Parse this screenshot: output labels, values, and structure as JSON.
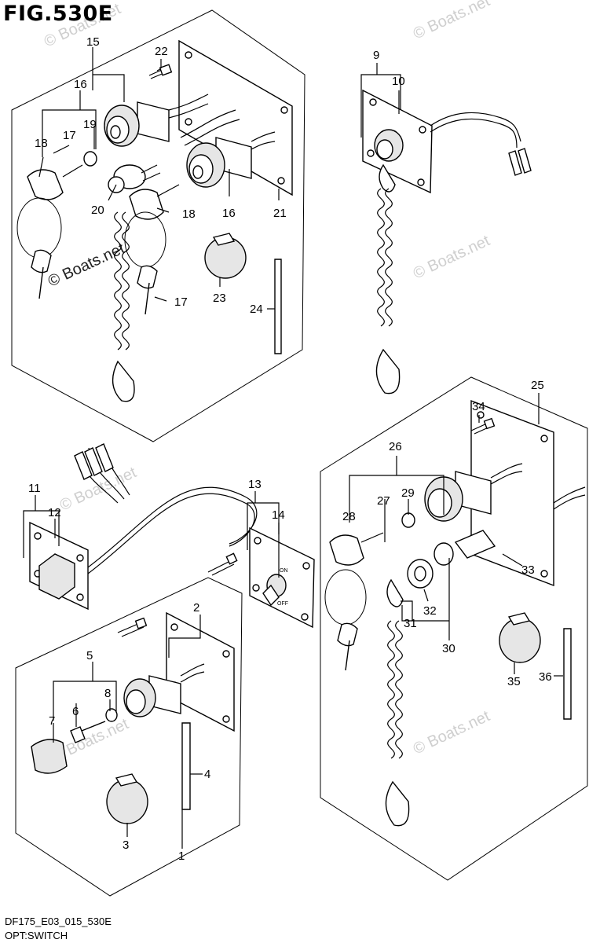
{
  "figure": {
    "title": "FIG.530E",
    "footer_code": "DF175_E03_015_530E",
    "footer_name": "OPT:SWITCH",
    "watermark": "© Boats.net"
  },
  "callouts": [
    "1",
    "2",
    "3",
    "4",
    "5",
    "6",
    "7",
    "8",
    "9",
    "10",
    "11",
    "12",
    "13",
    "14",
    "15",
    "16",
    "17",
    "18",
    "19",
    "20",
    "21",
    "22",
    "23",
    "24",
    "25",
    "26",
    "27",
    "28",
    "29",
    "30",
    "31",
    "32",
    "33",
    "34",
    "35",
    "36"
  ],
  "switch_markings": {
    "on": "ON",
    "off": "OFF"
  }
}
